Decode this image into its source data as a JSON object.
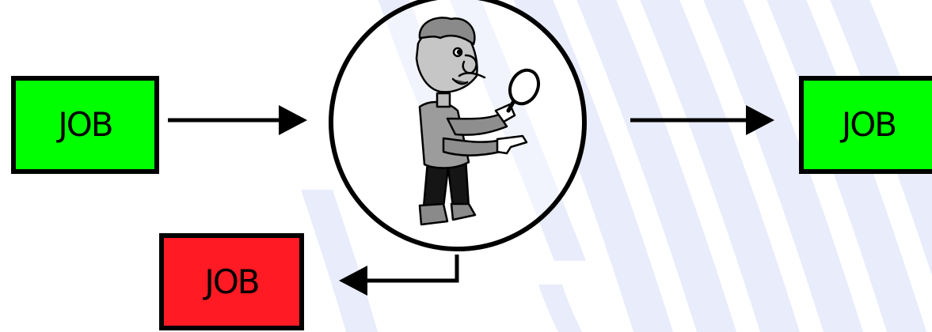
{
  "jobs": {
    "input": {
      "label": "JOB",
      "status": "pending"
    },
    "accepted": {
      "label": "JOB",
      "status": "passed"
    },
    "rejected": {
      "label": "JOB",
      "status": "failed"
    }
  },
  "colors": {
    "pass": "#00ff00",
    "fail": "#ff1a24",
    "stripe": "#e7ebfb",
    "outline": "#000000"
  },
  "icons": {
    "inspector": "inspector-with-magnifying-glass-icon"
  }
}
